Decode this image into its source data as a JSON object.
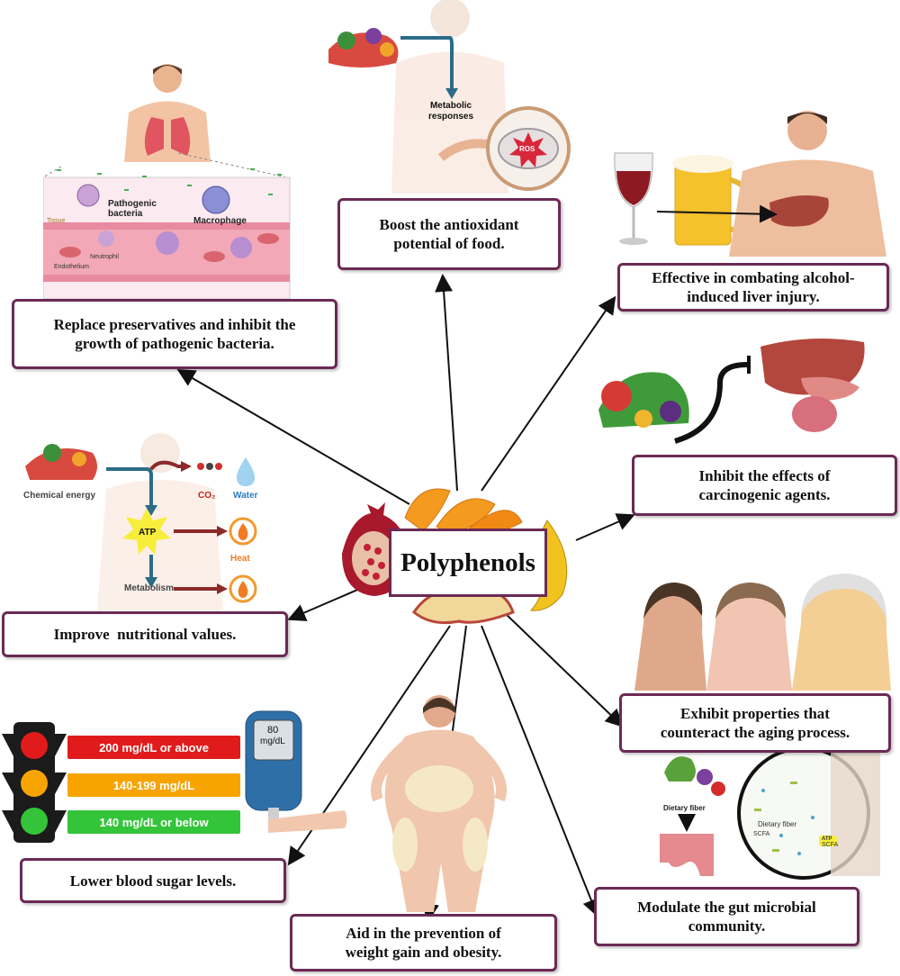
{
  "center": {
    "title": "Polyphenols"
  },
  "boxes": {
    "antioxidant": "Boost the antioxidant potential of food.",
    "preservatives": "Replace preservatives and inhibit the growth of pathogenic bacteria.",
    "liver": "Effective in combating alcohol-induced liver injury.",
    "carcinogenic": "Inhibit the effects of carcinogenic agents.",
    "nutritional": "Improve  nutritional values.",
    "aging": "Exhibit properties that counteract the aging process.",
    "blood_sugar": "Lower blood sugar levels.",
    "weight": "Aid in the prevention of weight gain and obesity.",
    "gut": "Modulate the gut microbial community."
  },
  "labels": {
    "metabolic": "Metabolic responses",
    "ros": "ROS",
    "pathogenic": "Pathogenic bacteria",
    "macrophage": "Macrophage",
    "neutrophil": "Neutrophil",
    "tissue": "Tissue",
    "endothelium": "Endothelium",
    "chemical_energy": "Chemical energy",
    "co2": "CO₂",
    "water": "Water",
    "atp": "ATP",
    "heat": "Heat",
    "metabolism": "Metabolism",
    "dietary_fiber": "Dietary fiber",
    "dietary_fiber_2": "Dietary fiber",
    "scfa": "SCFA",
    "scfa_2": "SCFA",
    "atp_small": "ATP",
    "meter_value": "80",
    "meter_unit": "mg/dL"
  },
  "glucose_levels": [
    {
      "text": "200 mg/dL or above",
      "color": "#e11b1b"
    },
    {
      "text": "140-199 mg/dL",
      "color": "#f7a400"
    },
    {
      "text": "140 mg/dL or below",
      "color": "#33c43a"
    }
  ],
  "colors": {
    "border": "#6b2a55",
    "arrow": "#111111"
  }
}
